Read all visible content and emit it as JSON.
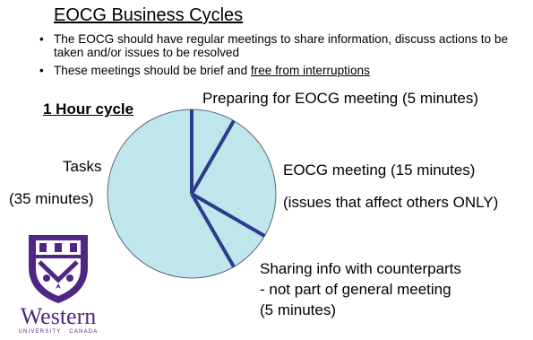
{
  "title": "EOCG Business Cycles",
  "bullets": [
    "The EOCG should have regular meetings to share information, discuss actions to be taken and/or issues to be resolved",
    "These meetings should be brief and "
  ],
  "bullet2_underlined": "free from interruptions",
  "cycle_label": "1 Hour cycle",
  "segments": [
    {
      "label": "Preparing for EOCG meeting (5 minutes)",
      "minutes": 5
    },
    {
      "label": "EOCG meeting (15 minutes)",
      "label2": "(issues that affect others ONLY)",
      "minutes": 15
    },
    {
      "label": "Sharing info with counterparts",
      "label2": "- not part of general meeting",
      "label3": "(5 minutes)",
      "minutes": 5
    },
    {
      "label": "Tasks",
      "label2": "(35 minutes)",
      "minutes": 35
    }
  ],
  "colors": {
    "pie_fill": "#bfe6ea",
    "divider": "#2e3a8c",
    "brand": "#4f2683"
  },
  "logo": {
    "word": "Western",
    "sub": "UNIVERSITY · CANADA"
  }
}
